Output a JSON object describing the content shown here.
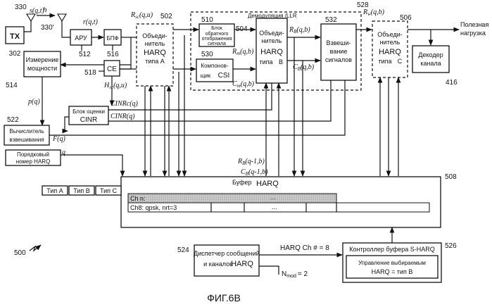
{
  "figure": {
    "caption": "ФИГ.6В",
    "ref_main": "500"
  },
  "tx": {
    "label": "TX",
    "ref": "302"
  },
  "signals": {
    "s_qt": "s(q,t)",
    "h": "h",
    "r_qt": "r(q,t)",
    "rsc": "R",
    "rsc_sub": "sc",
    "rsc_args": "(q,u)",
    "hsc": "H",
    "hsc_sub": "sc",
    "hsc_args": "(q,u)",
    "pq": "p(q)",
    "cinrc": "CINRc(q)",
    "cinr_q": "CINR(q)",
    "fq": "F(q)",
    "q": "q",
    "rm": "R",
    "rm_sub": "m",
    "rm_args": "(q,b)",
    "cm": "C",
    "cm_sub": "m",
    "cm_args": "(q,b)",
    "rb": "R",
    "rb_sub": "B",
    "rb_args": "(q,b)",
    "cb": "C",
    "cb_sub": "B",
    "cb_args": "(q,b)",
    "rw": "R",
    "rw_sub": "w",
    "rw_args": "(q,b)",
    "rb_prev": "R",
    "rb_prev_sub": "B",
    "rb_prev_args": "(q-1,b)",
    "cb_prev": "C",
    "cb_prev_sub": "B",
    "cb_prev_args": "(q-1,b)",
    "payload_1": "Полезная",
    "payload_2": "нагрузка"
  },
  "refs": {
    "r330": "330",
    "r330p": "330'",
    "r512": "512",
    "r516": "516",
    "r514": "514",
    "r518": "518",
    "r502": "502",
    "r510": "510",
    "r504": "504",
    "r528": "528",
    "r530": "530",
    "r532": "532",
    "r506": "506",
    "r416": "416",
    "r522": "522",
    "r508": "508",
    "r524": "524",
    "r526": "526"
  },
  "blocks": {
    "agc": "АРУ",
    "fft": "БПФ",
    "ce": "CE",
    "power_1": "Измерение",
    "power_2": "мощности",
    "harq_a_1": "Объеди-",
    "harq_a_2": "нитель",
    "harq_a_3": "HARQ",
    "harq_a_4": "типа А",
    "demod_title": "Демодуляция /LLR",
    "demapper_1": "Блок",
    "demapper_2": "обратного",
    "demapper_3": "отображения",
    "demapper_4": "сигнала",
    "csi_1": "Компонов-",
    "csi_2": "щик",
    "csi_3": "CSI",
    "harq_b_1": "Объеди-",
    "harq_b_2": "нитель",
    "harq_b_3": "HARQ",
    "harq_b_4": "типа",
    "harq_b_5": "В",
    "weight_1": "Взвеши-",
    "weight_2": "вание",
    "weight_3": "сигналов",
    "harq_c_1": "Объеди-",
    "harq_c_2": "нитель",
    "harq_c_3": "HARQ",
    "harq_c_4": "типа",
    "harq_c_5": "С",
    "decoder_1": "Декодер",
    "decoder_2": "канала",
    "cinr_1": "Блок оценки",
    "cinr_2": "CINR",
    "wcalc_1": "Вычислитель",
    "wcalc_2": "взвешивания",
    "seq_1": "Порядковый",
    "seq_2": "номер HARQ",
    "buffer_1": "Буфер",
    "buffer_2": "HARQ",
    "type_a": "Тип A",
    "type_b": "Тип B",
    "type_c": "Тип C",
    "ch_n": "Ch n:",
    "ch_n_dots": "...",
    "ch8": "Ch8: qpsk, nrt=3",
    "ch8_dots": "...",
    "dispatcher_1": "Диспетчер сообщений",
    "dispatcher_2": "и каналов",
    "dispatcher_3": "HARQ",
    "harq_ch": "HARQ Ch # = 8",
    "nmod_n": "N",
    "nmod_sub": "mod",
    "nmod_val": "= 2",
    "sharq_ctrl": "Контроллер буфера S-HARQ",
    "sharq_mgmt_1": "Управление выбираемым",
    "sharq_mgmt_2": "HARQ = тип B"
  },
  "colors": {
    "line": "#111111",
    "ch_n_fill": "#bdbdbd"
  }
}
